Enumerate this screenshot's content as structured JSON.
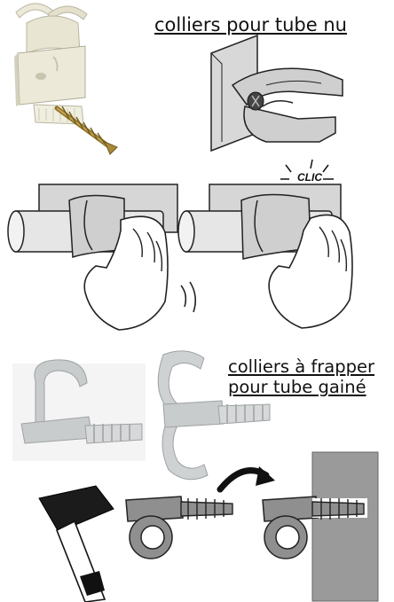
{
  "headings": {
    "top": "colliers pour tube nu",
    "bottom_line1": "colliers à frapper",
    "bottom_line2": "pour tube gainé"
  },
  "sound_label": "CLIC",
  "colors": {
    "clip_cream": "#ece9d8",
    "clip_grey": "#c9cccd",
    "wall_grey": "#8f8f8f",
    "screw_brass": "#a98a3a",
    "hammer_black": "#1b1b1b",
    "arrow_black": "#111111"
  }
}
